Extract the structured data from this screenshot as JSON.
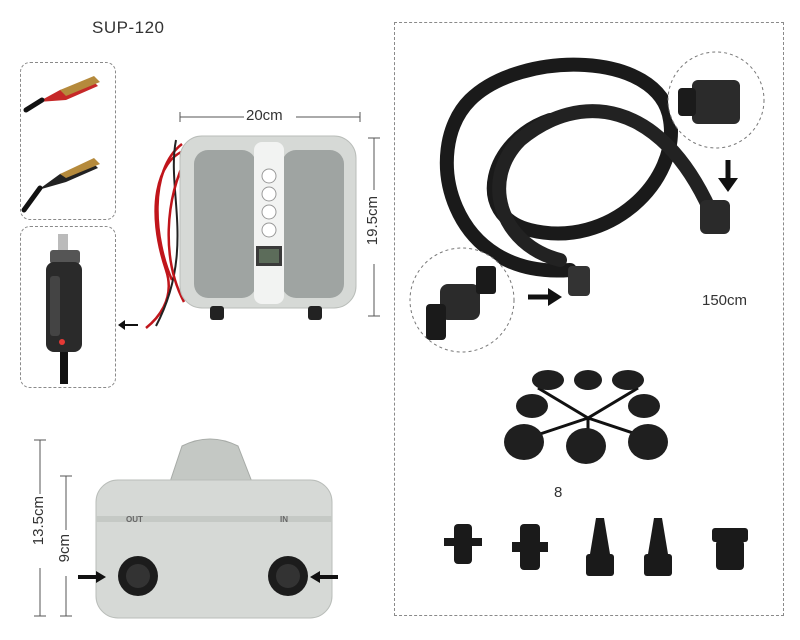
{
  "title": "SUP-120",
  "dimensions": {
    "width": "20cm",
    "depth": "19.5cm",
    "height": "13.5cm",
    "body_height": "9cm"
  },
  "hose_length": "150cm",
  "adapter_count": "8",
  "pump_labels": {
    "out": "OUT",
    "in": "IN"
  },
  "colors": {
    "pump_body": "#d6d9d6",
    "pump_top": "#9fa4a2",
    "hose": "#1a1a1a",
    "red_wire": "#c0151b",
    "clip_red": "#c62828",
    "clip_brass": "#b58a3c"
  }
}
